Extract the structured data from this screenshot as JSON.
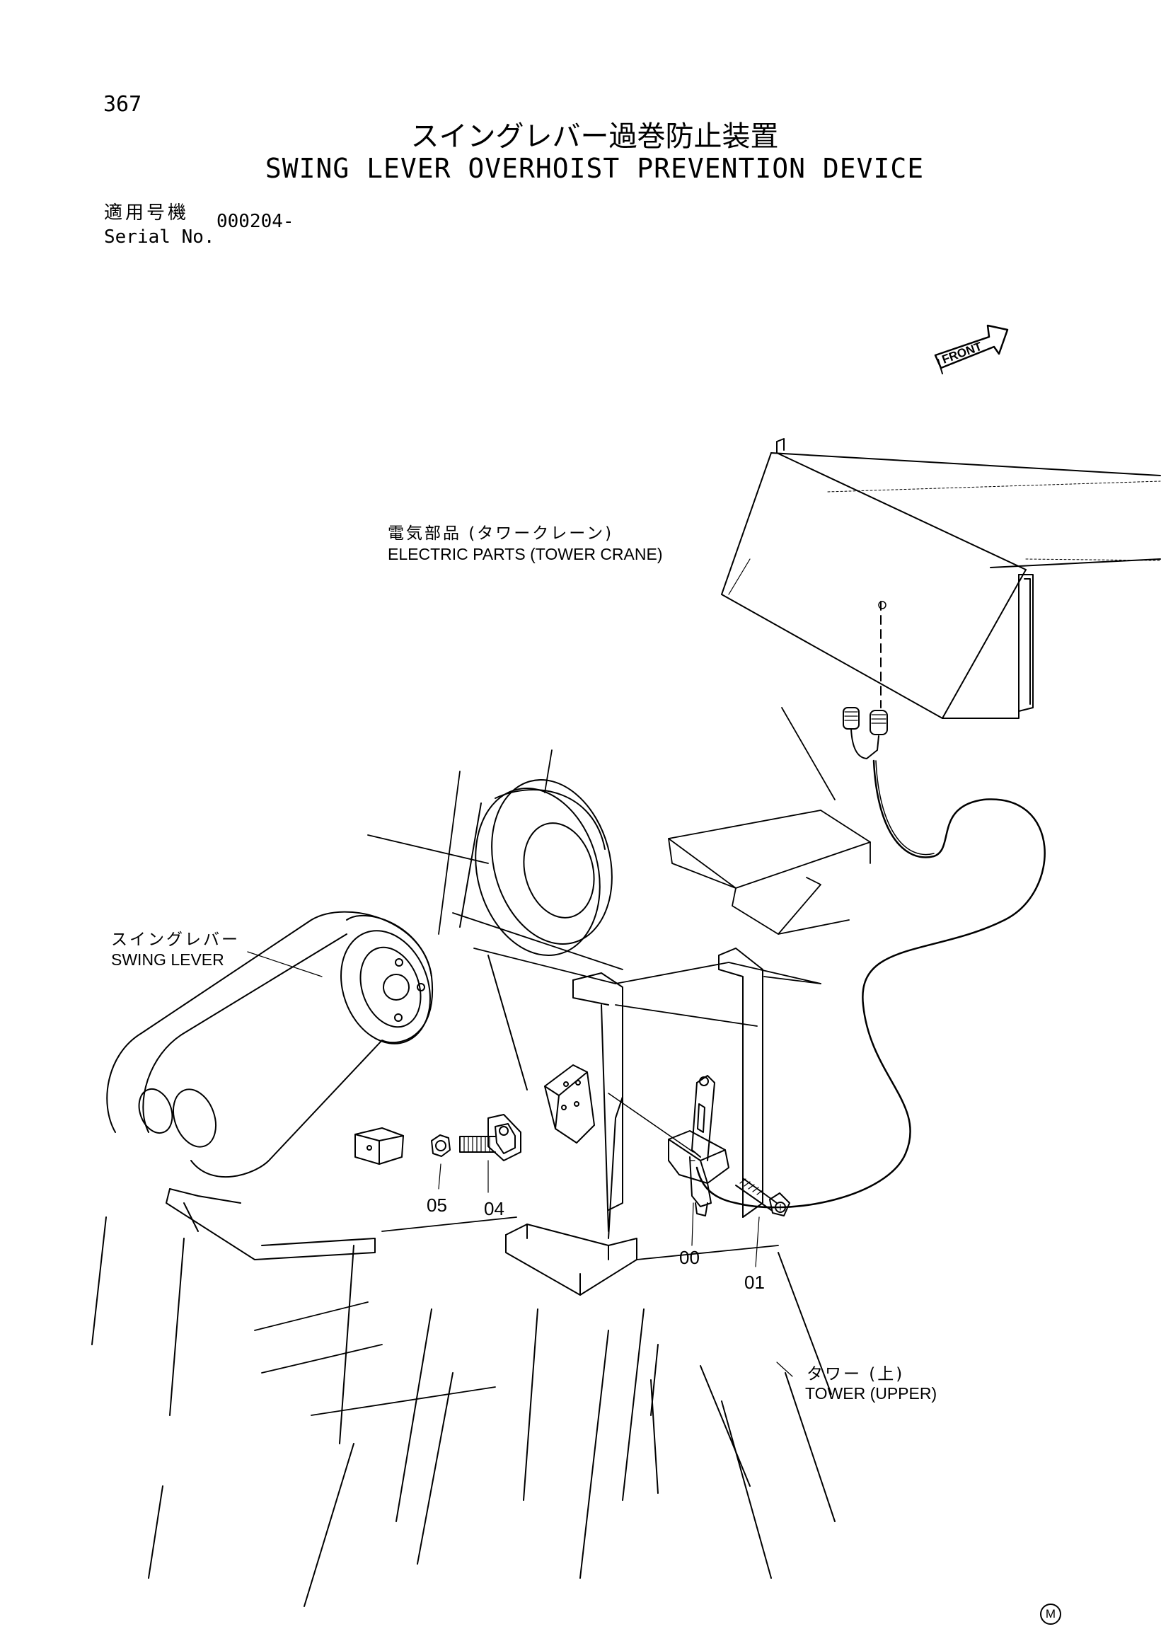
{
  "page_number": "367",
  "title": {
    "japanese": "スイングレバー過巻防止装置",
    "english": "SWING LEVER OVERHOIST PREVENTION DEVICE"
  },
  "serial": {
    "label_jp": "適用号機",
    "label_en": "Serial No.",
    "value": "000204-"
  },
  "front_arrow": {
    "label": "FRONT",
    "icon": "front-direction-arrow-icon"
  },
  "callouts": {
    "electric_parts": {
      "jp": "電気部品 (タワークレーン)",
      "en": "ELECTRIC PARTS (TOWER CRANE)"
    },
    "swing_lever": {
      "jp": "スイングレバー",
      "en": "SWING LEVER"
    },
    "tower_upper": {
      "jp": "タワー (上)",
      "en": "TOWER (UPPER)"
    }
  },
  "part_numbers": [
    "05",
    "04",
    "00",
    "01"
  ],
  "corner_mark": "M"
}
